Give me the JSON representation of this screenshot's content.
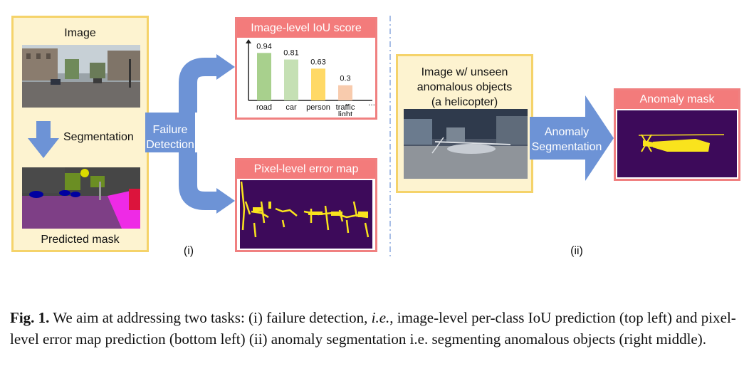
{
  "part1": {
    "image_label": "Image",
    "segmentation_label": "Segmentation",
    "predicted_mask_label": "Predicted mask",
    "failure_detection_label": "Failure\nDetection",
    "index_label": "(i)"
  },
  "iou_panel": {
    "title": "Image-level IoU score",
    "ellipsis": "..."
  },
  "error_map_panel": {
    "title": "Pixel-level error map"
  },
  "part2": {
    "image_text": "Image w/ unseen\nanomalous objects\n(a helicopter)",
    "anomaly_seg_label": "Anomaly\nSegmentation",
    "anomaly_mask_title": "Anomaly mask",
    "index_label": "(ii)"
  },
  "colors": {
    "yellow_panel_bg": "#fdf3d0",
    "yellow_panel_border": "#f5d36a",
    "red_header": "#f37b7b",
    "arrow_blue": "#6d93d6",
    "dark_purple": "#3d0a5a",
    "mask_yellow": "#f9e31d"
  },
  "caption": {
    "fig_label": "Fig. 1.",
    "text_1": " We aim at addressing two tasks: (i) failure detection, ",
    "ie_1": "i.e.",
    "text_2": ", image-level per-class IoU prediction (top left) and pixel-level error map prediction (bottom left) (ii) anomaly segmentation i.e. segmenting anomalous objects (right middle)."
  },
  "chart_data": {
    "type": "bar",
    "categories": [
      "road",
      "car",
      "person",
      "traffic light"
    ],
    "values": [
      0.94,
      0.81,
      0.63,
      0.3
    ],
    "value_labels": [
      "0.94",
      "0.81",
      "0.63",
      "0.3"
    ],
    "colors": [
      "#a8d08d",
      "#c5e0b4",
      "#ffd966",
      "#f8cbad"
    ],
    "title": "Image-level IoU score",
    "xlabel": "",
    "ylabel": "",
    "ylim": [
      0,
      1.1
    ]
  }
}
